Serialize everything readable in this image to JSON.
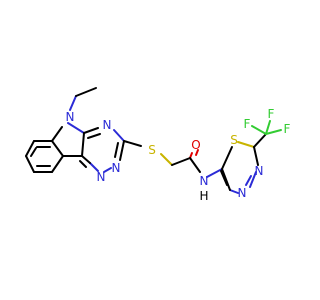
{
  "molecule": {
    "colors": {
      "carbon": "#000000",
      "nitrogen": "#2b2bd6",
      "sulfur": "#c8b400",
      "oxygen": "#e00000",
      "fluorine": "#33cc33",
      "hydrogen": "#000000"
    },
    "atom_labels": {
      "indole_n": "N",
      "triazine_n1": "N",
      "triazine_n2": "N",
      "triazine_n3": "N",
      "thioether_s": "S",
      "carbonyl_o": "O",
      "amide_n": "N",
      "amide_h": "H",
      "thiadiazole_s": "S",
      "thiadiazole_n1": "N",
      "thiadiazole_n2": "N",
      "f1": "F",
      "f2": "F",
      "f3": "F"
    }
  }
}
